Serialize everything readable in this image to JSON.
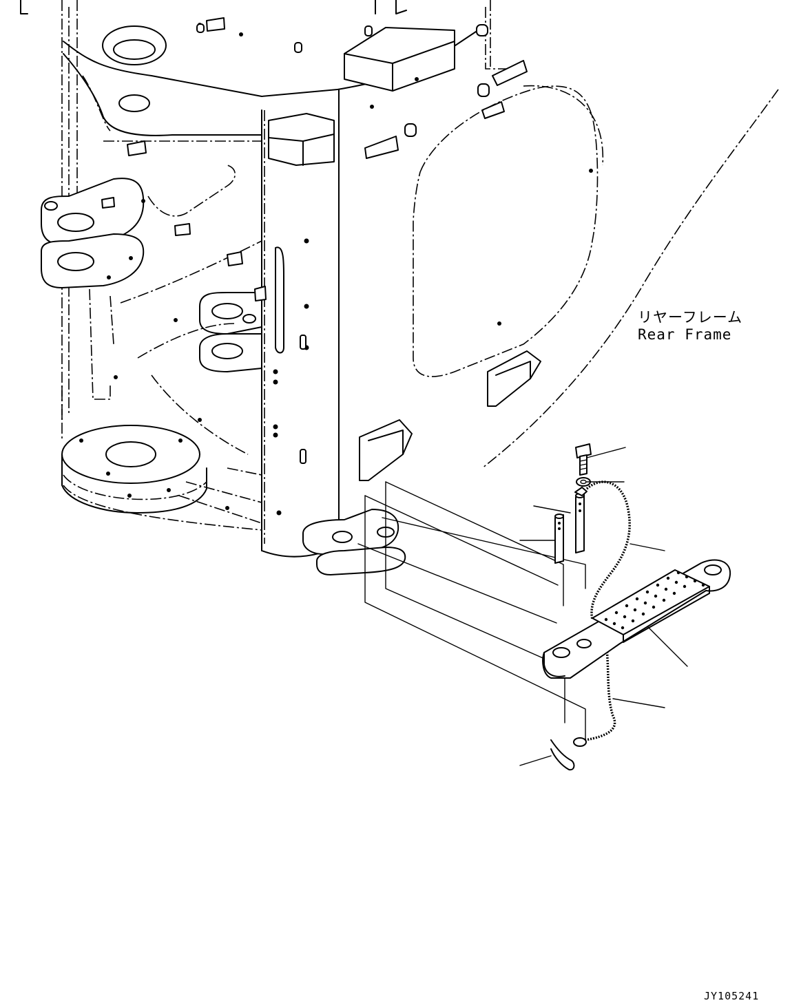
{
  "labels": {
    "rear_frame_jp": "リヤーフレーム",
    "rear_frame_en": "Rear Frame"
  },
  "drawing_code": "JY105241"
}
